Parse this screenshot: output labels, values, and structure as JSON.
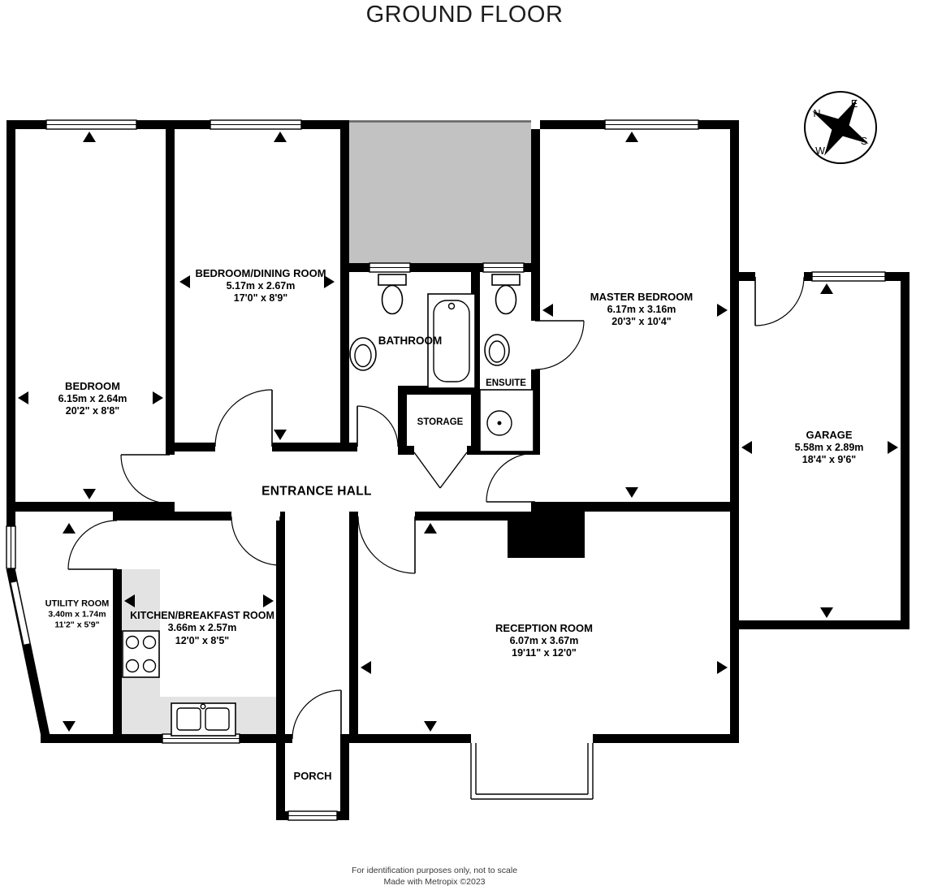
{
  "title": "GROUND FLOOR",
  "compass": {
    "n": "N",
    "e": "E",
    "s": "S",
    "w": "W"
  },
  "rooms": {
    "bedroom": {
      "name": "BEDROOM",
      "dims_m": "6.15m x 2.64m",
      "dims_ft": "20'2\" x 8'8\""
    },
    "bedroom_dining": {
      "name": "BEDROOM/DINING ROOM",
      "dims_m": "5.17m x 2.67m",
      "dims_ft": "17'0\" x 8'9\""
    },
    "master_bedroom": {
      "name": "MASTER BEDROOM",
      "dims_m": "6.17m x 3.16m",
      "dims_ft": "20'3\" x 10'4\""
    },
    "garage": {
      "name": "GARAGE",
      "dims_m": "5.58m x 2.89m",
      "dims_ft": "18'4\" x 9'6\""
    },
    "utility": {
      "name": "UTILITY ROOM",
      "dims_m": "3.40m x 1.74m",
      "dims_ft": "11'2\" x 5'9\""
    },
    "kitchen": {
      "name": "KITCHEN/BREAKFAST ROOM",
      "dims_m": "3.66m x 2.57m",
      "dims_ft": "12'0\" x 8'5\""
    },
    "reception": {
      "name": "RECEPTION ROOM",
      "dims_m": "6.07m x 3.67m",
      "dims_ft": "19'11\" x 12'0\""
    },
    "bathroom": {
      "name": "BATHROOM"
    },
    "ensuite": {
      "name": "ENSUITE"
    },
    "storage": {
      "name": "STORAGE"
    },
    "entrance_hall": {
      "name": "ENTRANCE HALL"
    },
    "porch": {
      "name": "PORCH"
    }
  },
  "colors": {
    "wall": "#000000",
    "gray_area": "#c2c2c2",
    "counter": "#e3e3e3"
  },
  "footer": {
    "line1": "For identification purposes only, not to scale",
    "line2": "Made with Metropix ©2023"
  }
}
